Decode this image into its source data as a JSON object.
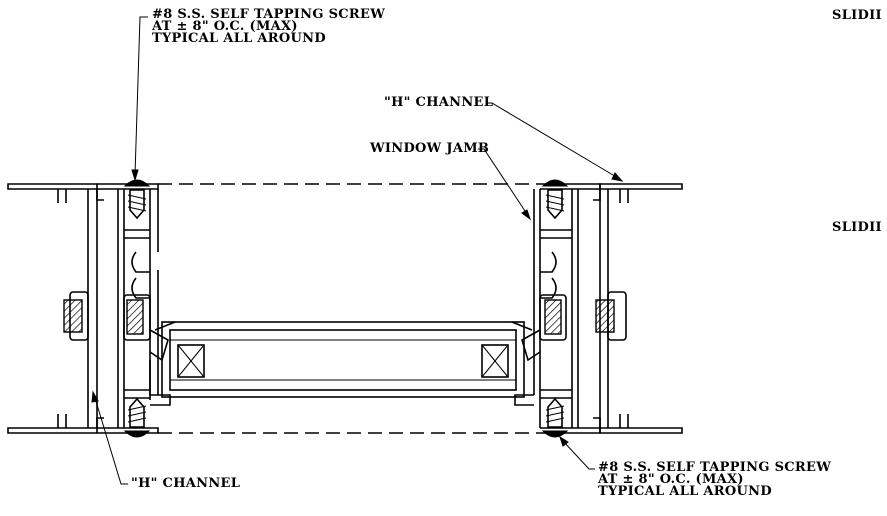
{
  "labels": {
    "screw_top": [
      "#8 S.S. SELF TAPPING SCREW",
      "AT ± 8\" O.C. (MAX)",
      "TYPICAL ALL AROUND"
    ],
    "screw_bottom": [
      "#8 S.S. SELF TAPPING SCREW",
      "AT ± 8\" O.C. (MAX)",
      "TYPICAL ALL AROUND"
    ],
    "h_channel_top": "\"H\" CHANNEL",
    "h_channel_bottom": "\"H\" CHANNEL",
    "window_jamb": "WINDOW JAMB",
    "side_label_1": "SLIDII",
    "side_label_2": "SLIDII"
  }
}
